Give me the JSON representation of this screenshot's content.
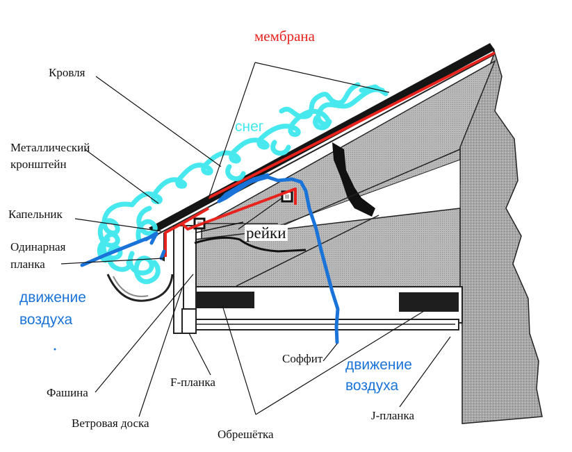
{
  "labels": {
    "membrane": "мембрана",
    "roof": "Кровля",
    "bracket_line1": "Металлический",
    "bracket_line2": "кронштейн",
    "snow": "снег",
    "drip": "Капельник",
    "single_strip_line1": "Одинарная",
    "single_strip_line2": "планка",
    "air_left_line1": "движение",
    "air_left_line2": "воздуха",
    "battens": "рейки",
    "soffit": "Соффит",
    "air_right_line1": "движение",
    "air_right_line2": "воздуха",
    "fascia": "Фашина",
    "f_strip": "F-планка",
    "wind_board": "Ветровая доска",
    "lathing": "Обрешётка",
    "j_strip": "J-планка"
  },
  "colors": {
    "membrane": "#e8221c",
    "snow": "#3fe8ee",
    "air": "#1a73d9",
    "ink": "#111111",
    "hatch": "#9a9a9a"
  }
}
